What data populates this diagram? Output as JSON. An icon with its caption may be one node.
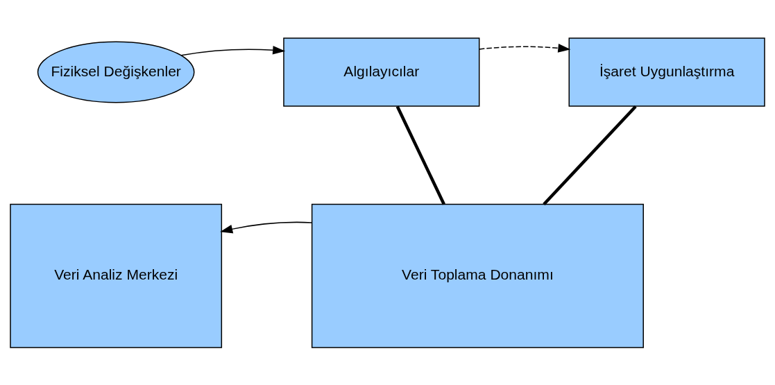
{
  "diagram": {
    "nodes": [
      {
        "text": [
          "Fiziksel Değişkenler"
        ]
      },
      {
        "text": [
          "Algılayıcılar"
        ]
      },
      {
        "text": [
          "İşaret Uygunlaştırma"
        ]
      },
      {
        "text": [
          "Veri Analiz Merkezi"
        ]
      },
      {
        "text": [
          "Veri Toplama Donanımı"
        ]
      }
    ],
    "edges": [
      {
        "from": 0,
        "to": 1,
        "arrow": "to"
      },
      {
        "from": 1,
        "to": 2,
        "arrow": "to",
        "style": "dashed"
      },
      {
        "from": 1,
        "to": 4,
        "arrow": "none",
        "style": "thick"
      },
      {
        "from": 2,
        "to": 4,
        "arrow": "none",
        "style": "thick"
      },
      {
        "from": 4,
        "to": 3,
        "arrow": "to"
      }
    ]
  }
}
